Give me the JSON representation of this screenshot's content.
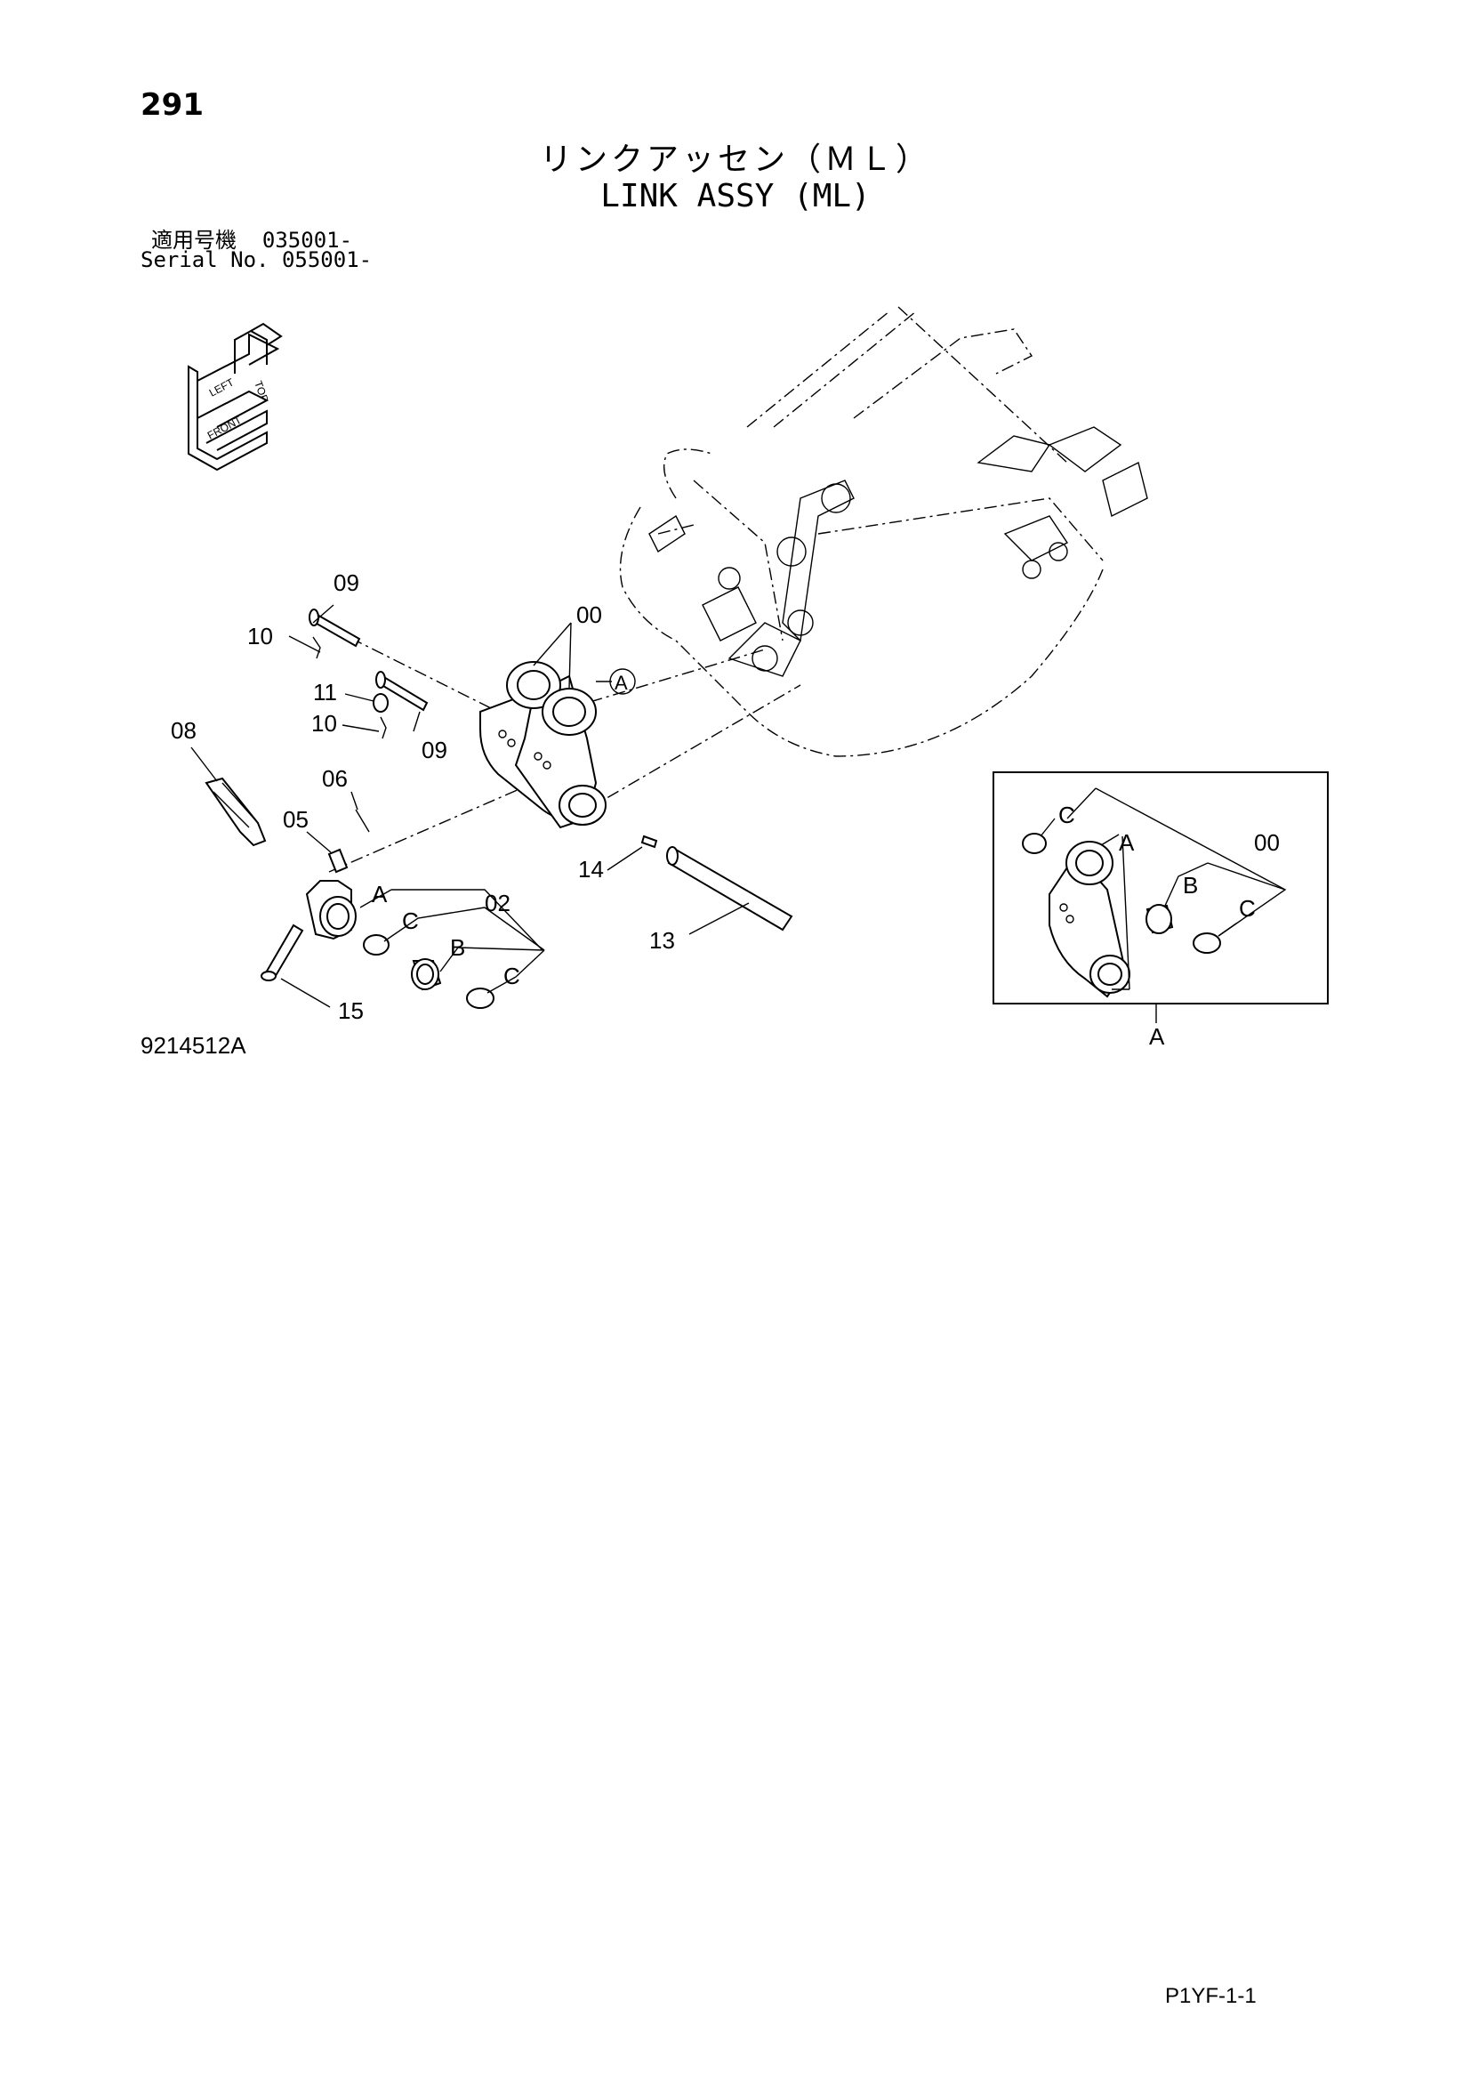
{
  "page": {
    "number": "291",
    "title_ja": "リンクアッセン（ＭＬ）",
    "title_en": "LINK ASSY (ML)",
    "serial_ja_label": "適用号機",
    "serial_ja_value": "035001-",
    "serial_en_label": "Serial No.",
    "serial_en_value": "055001-",
    "figure_number": "9214512A",
    "footer_code": "P1YF-1-1"
  },
  "orientation_icon": {
    "labels": [
      "TOP",
      "FRONT",
      "LEFT"
    ]
  },
  "callouts": {
    "p00": "00",
    "p02": "02",
    "p05": "05",
    "p06": "06",
    "p08": "08",
    "p09a": "09",
    "p09b": "09",
    "p10a": "10",
    "p10b": "10",
    "p11": "11",
    "p13": "13",
    "p14": "14",
    "p15": "15",
    "a_circle": "A",
    "a_main": "A",
    "b_main": "B",
    "c_main_1": "C",
    "c_main_2": "C"
  },
  "detail": {
    "label": "A",
    "c1": "C",
    "a": "A",
    "p00": "00",
    "b": "B",
    "c2": "C"
  }
}
